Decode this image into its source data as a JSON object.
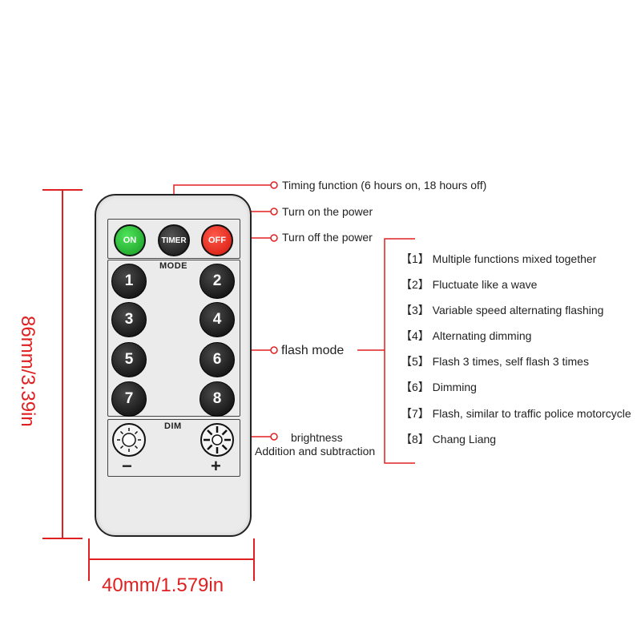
{
  "remote": {
    "buttons_top": {
      "on": "ON",
      "timer": "TIMER",
      "off": "OFF"
    },
    "mode_label": "MODE",
    "mode_buttons": [
      "1",
      "2",
      "3",
      "4",
      "5",
      "6",
      "7",
      "8"
    ],
    "dim_label": "DIM",
    "minus": "−",
    "plus": "+"
  },
  "annotations": {
    "timer": "Timing function (6 hours on, 18 hours off)",
    "on": "Turn on the power",
    "off": "Turn off the power",
    "flash": "flash mode",
    "brightness_line1": "brightness",
    "brightness_line2": "Addition and subtraction"
  },
  "flash_modes": [
    "【1】 Multiple functions mixed together",
    "【2】 Fluctuate like a wave",
    "【3】 Variable speed alternating flashing",
    "【4】 Alternating dimming",
    "【5】 Flash 3 times, self flash 3 times",
    "【6】 Dimming",
    "【7】 Flash, similar to traffic police motorcycle",
    "【8】 Chang Liang"
  ],
  "dimensions": {
    "height": "86mm/3.39in",
    "width": "40mm/1.579in"
  },
  "colors": {
    "annotation_line": "#e02020",
    "on": "#1fb52b",
    "off": "#e8241a"
  }
}
